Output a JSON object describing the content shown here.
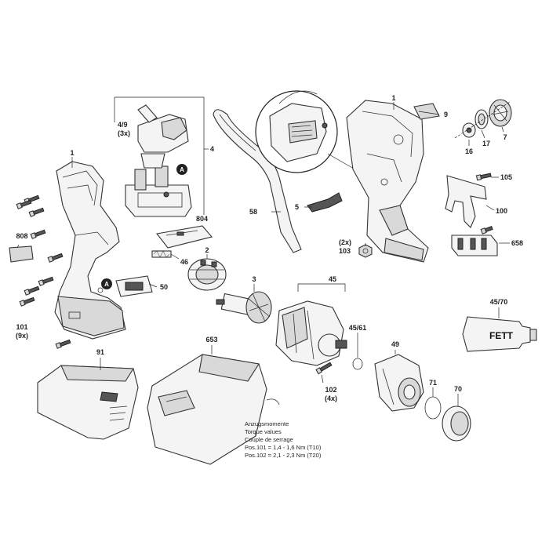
{
  "labels": {
    "p1_left": "1",
    "p1_right": "1",
    "p3": "3",
    "p2": "2",
    "p4": "4",
    "p4_9": "4/9",
    "p4_9_qty": "(3x)",
    "p5": "5",
    "p7": "7",
    "p9": "9",
    "p16": "16",
    "p17": "17",
    "p45": "45",
    "p45_61": "45/61",
    "p45_70": "45/70",
    "p46": "46",
    "p49": "49",
    "p50": "50",
    "p58": "58",
    "p70": "70",
    "p71": "71",
    "p91": "91",
    "p100": "100",
    "p101": "101",
    "p101_qty": "(9x)",
    "p102": "102",
    "p102_qty": "(4x)",
    "p103": "103",
    "p103_qty": "(2x)",
    "p105": "105",
    "p653": "653",
    "p658": "658",
    "p804": "804",
    "p808": "808",
    "marker_a": "A",
    "fett": "FETT"
  },
  "torque_note": {
    "line1": "Anzugsmomente",
    "line2": "Torque values",
    "line3": "Couple de serrage",
    "line4": "Pos.101  =  1,4 - 1,6 Nm (T10)",
    "line5": "Pos.102  =  2,1 - 2,3 Nm (T20)"
  }
}
